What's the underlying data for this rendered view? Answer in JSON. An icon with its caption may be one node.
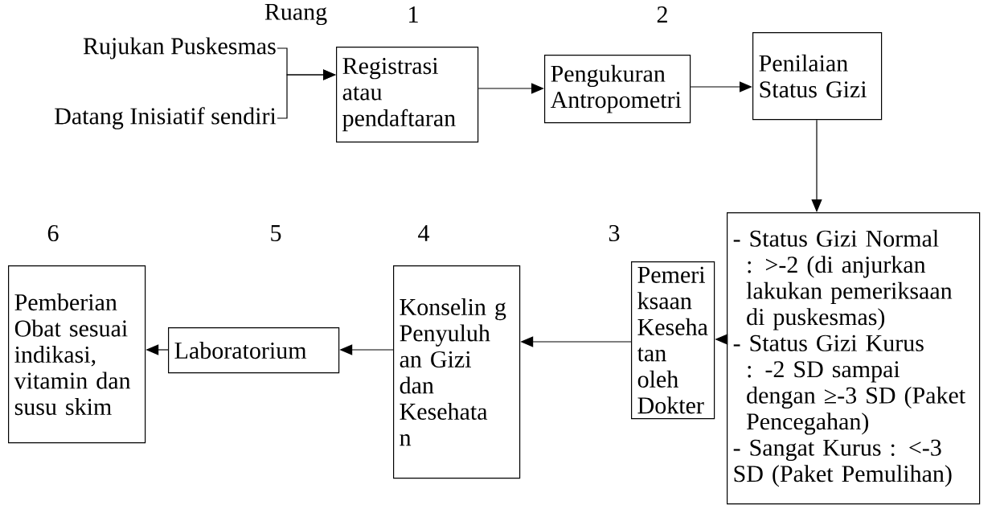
{
  "diagram": {
    "nodes": [
      {
        "text": [
          "Rujukan Puskesmas"
        ]
      },
      {
        "text": [
          "Datang Inisiatif sendiri"
        ]
      },
      {
        "text": [
          "Registrasi atau pendaftaran"
        ]
      },
      {
        "text": [
          "Pengukuran Antropometri"
        ]
      },
      {
        "text": [
          "Penilaian Status Gizi"
        ]
      },
      {
        "text": [
          "- Status Gizi Normal : >-2 (di anjurkan lakukan pemeriksaan di puskesmas)",
          "- Status Gizi Kurus : -2 SD sampai dengan ≥-3 SD (Paket Pencegahan)",
          "- Sangat Kurus : <-3 SD (Paket Pemulihan)"
        ]
      },
      {
        "text": [
          "Pemeri ksaan Keseha tan oleh Dokter"
        ]
      },
      {
        "text": [
          "Konselin g Penyuluh an Gizi dan Kesehata n"
        ]
      },
      {
        "text": [
          "Laboratorium"
        ]
      },
      {
        "text": [
          "Pemberian Obat sesuai indikasi, vitamin dan susu skim"
        ]
      }
    ],
    "edges": [
      {
        "from": 0,
        "to": 2,
        "arrow": "to"
      },
      {
        "from": 1,
        "to": 2,
        "arrow": "to"
      },
      {
        "from": 2,
        "to": 3,
        "arrow": "to"
      },
      {
        "from": 3,
        "to": 4,
        "arrow": "to"
      },
      {
        "from": 4,
        "to": 5,
        "arrow": "to"
      },
      {
        "from": 5,
        "to": 6,
        "arrow": "to"
      },
      {
        "from": 6,
        "to": 7,
        "arrow": "to"
      },
      {
        "from": 7,
        "to": 8,
        "arrow": "to"
      },
      {
        "from": 8,
        "to": 9,
        "arrow": "to"
      }
    ],
    "labels": [
      "Ruang",
      "1",
      "2",
      "6",
      "5",
      "4",
      "3"
    ]
  }
}
